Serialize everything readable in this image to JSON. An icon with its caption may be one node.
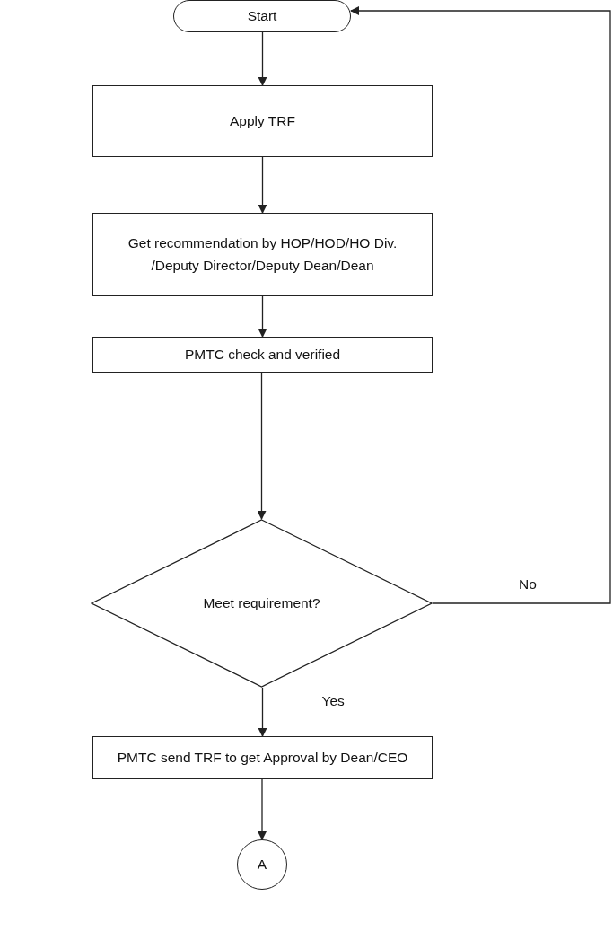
{
  "diagram": {
    "nodes": [
      {
        "text": [
          "Start"
        ]
      },
      {
        "text": [
          "Apply TRF"
        ]
      },
      {
        "text": [
          "Get recommendation by HOP/HOD/HO Div. /Deputy Director/Deputy Dean/Dean"
        ]
      },
      {
        "text": [
          "PMTC check and verified"
        ]
      },
      {
        "text": [
          "Meet requirement?"
        ]
      },
      {
        "text": [
          "PMTC send TRF to get Approval by Dean/CEO"
        ]
      },
      {
        "text": [
          "A"
        ]
      }
    ],
    "edges": [
      {
        "from": 0,
        "to": 1,
        "arrow": "to"
      },
      {
        "from": 1,
        "to": 2,
        "arrow": "to"
      },
      {
        "from": 2,
        "to": 3,
        "arrow": "to"
      },
      {
        "from": 3,
        "to": 4,
        "arrow": "to"
      },
      {
        "from": 4,
        "to": 5,
        "arrow": "to",
        "label": "Yes"
      },
      {
        "from": 5,
        "to": 6,
        "arrow": "to"
      },
      {
        "from": 4,
        "to": 0,
        "arrow": "to",
        "label": "No"
      }
    ]
  }
}
